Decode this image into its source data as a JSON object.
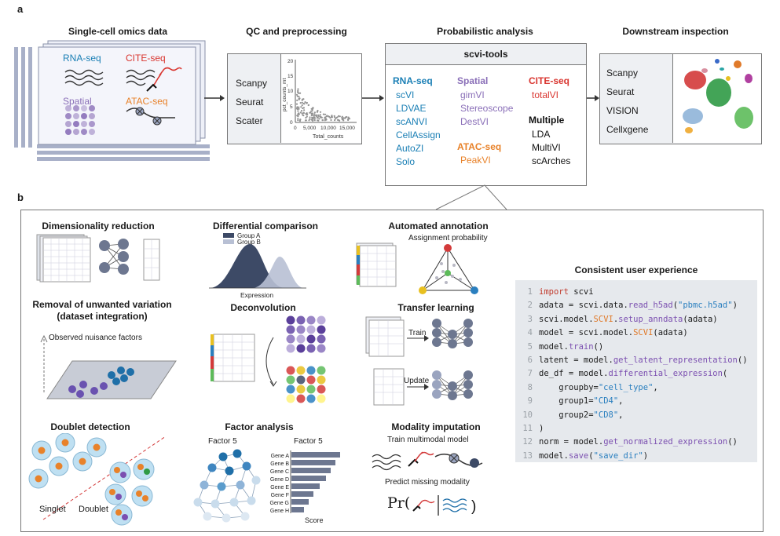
{
  "panels": {
    "a": "a",
    "b": "b"
  },
  "a": {
    "sc_title": "Single-cell omics data",
    "sc": {
      "rna": "RNA-seq",
      "cite": "CITE-seq",
      "spatial": "Spatial",
      "atac": "ATAC-seq"
    },
    "qc_title": "QC and preprocessing",
    "qc_tools": [
      "Scanpy",
      "Seurat",
      "Scater"
    ],
    "qc_plot": {
      "ylabel": "pct_counts_mt",
      "xlabel": "Total_counts",
      "yticks": [
        "0",
        "5",
        "10",
        "15",
        "20"
      ],
      "xticks": [
        "0",
        "5,000",
        "10,000",
        "15,000"
      ]
    },
    "prob_title": "Probabilistic analysis",
    "scvi_header": "scvi-tools",
    "rna_head": "RNA-seq",
    "rna_items": [
      "scVI",
      "LDVAE",
      "scANVI",
      "CellAssign",
      "AutoZI",
      "Solo"
    ],
    "spatial_head": "Spatial",
    "spatial_items": [
      "gimVI",
      "Stereoscope",
      "DestVI"
    ],
    "atac_head": "ATAC-seq",
    "atac_items": [
      "PeakVI"
    ],
    "cite_head": "CITE-seq",
    "cite_items": [
      "totalVI"
    ],
    "multiple_head": "Multiple",
    "multiple_items": [
      "LDA",
      "MultiVI",
      "scArches"
    ],
    "down_title": "Downstream inspection",
    "down_tools": [
      "Scanpy",
      "Seurat",
      "VISION",
      "Cellxgene"
    ]
  },
  "b": {
    "dimred_title": "Dimensionality reduction",
    "diffcomp_title": "Differential comparison",
    "diffcomp_legend": [
      "Group A",
      "Group B"
    ],
    "diffcomp_xlabel": "Expression",
    "autoann_title": "Automated annotation",
    "autoann_sub": "Assignment probability",
    "removal_title_1": "Removal of unwanted variation",
    "removal_title_2": "(dataset integration)",
    "removal_sub": "Observed nuisance factors",
    "deconv_title": "Deconvolution",
    "transfer_title": "Transfer learning",
    "transfer_train": "Train",
    "transfer_update": "Update",
    "doublet_title": "Doublet detection",
    "singlet_label": "Singlet",
    "doublet_label": "Doublet",
    "factor_title": "Factor analysis",
    "factor_left": "Factor 5",
    "factor_right": "Factor 5",
    "factor_genes": [
      "Gene A",
      "Gene B",
      "Gene C",
      "Gene D",
      "Gene E",
      "Gene F",
      "Gene G",
      "Gene H"
    ],
    "factor_xlabel": "Score",
    "modality_title": "Modality imputation",
    "modality_train": "Train multimodal model",
    "modality_predict": "Predict missing modality",
    "modality_formula": "Pr(",
    "ux_title": "Consistent user experience"
  },
  "code": [
    {
      "n": "1",
      "t": "import scvi"
    },
    {
      "n": "2",
      "t": "adata = scvi.data.read_h5ad(\"pbmc.h5ad\")"
    },
    {
      "n": "3",
      "t": "scvi.model.SCVI.setup_anndata(adata)"
    },
    {
      "n": "4",
      "t": "model = scvi.model.SCVI(adata)"
    },
    {
      "n": "5",
      "t": "model.train()"
    },
    {
      "n": "6",
      "t": "latent = model.get_latent_representation()"
    },
    {
      "n": "7",
      "t": "de_df = model.differential_expression("
    },
    {
      "n": "8",
      "t": "    groupby=\"cell_type\","
    },
    {
      "n": "9",
      "t": "    group1=\"CD4\","
    },
    {
      "n": "10",
      "t": "    group2=\"CD8\","
    },
    {
      "n": "11",
      "t": ")"
    },
    {
      "n": "12",
      "t": "norm = model.get_normalized_expression()"
    },
    {
      "n": "13",
      "t": "model.save(\"save_dir\")"
    }
  ],
  "colors": {
    "rna": "#1a7fb5",
    "cite": "#d9352f",
    "spatial": "#8a6fb8",
    "atac": "#e8822a",
    "code_bg": "#e6e9ed",
    "keyword": "#c0392b",
    "func": "#7b4fb0",
    "string": "#2a7fbf",
    "cls": "#e07a2a"
  }
}
